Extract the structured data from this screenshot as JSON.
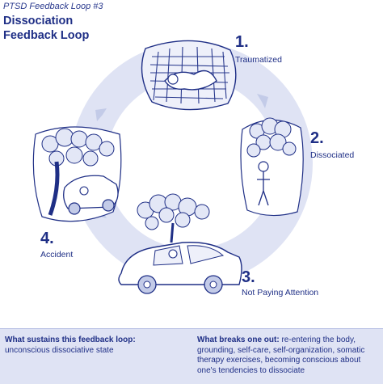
{
  "header": {
    "series": "PTSD Feedback Loop #3",
    "title_line1": "Dissociation",
    "title_line2": "Feedback Loop"
  },
  "steps": [
    {
      "number": "1.",
      "label": "Traumatized"
    },
    {
      "number": "2.",
      "label": "Dissociated"
    },
    {
      "number": "3.",
      "label": "Not Paying Attention"
    },
    {
      "number": "4.",
      "label": "Accident"
    }
  ],
  "footer": {
    "sustains_heading": "What sustains this feedback loop:",
    "sustains_text": "unconscious dissociative state",
    "breaks_heading": "What breaks one out:",
    "breaks_text": "re-entering the body, grounding, self-care, self-organization, somatic therapy exercises, becoming conscious about one's tendencies to dissociate"
  },
  "colors": {
    "ink": "#1f2f86",
    "loop_ring": "#dde2f3",
    "footer_bg": "#dfe3f4"
  }
}
